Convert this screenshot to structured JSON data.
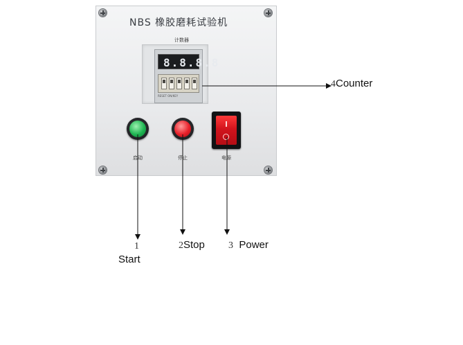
{
  "panel": {
    "title": "NBS 橡胶磨耗试验机",
    "counter_caption": "计数器",
    "counter_display": "8.8.8.8",
    "dip_caption": "RESET  ON/KEY"
  },
  "buttons": [
    {
      "id": "start",
      "panel_label": "启动",
      "color": "#1fb552"
    },
    {
      "id": "stop",
      "panel_label": "停止",
      "color": "#e8202a"
    },
    {
      "id": "power",
      "panel_label": "电源",
      "color": "#d2141d"
    }
  ],
  "annotations": {
    "start": {
      "number": "1",
      "label": "Start"
    },
    "stop": {
      "number": "2",
      "label": "Stop"
    },
    "power": {
      "number": "3",
      "label": "Power"
    },
    "counter": {
      "number": "4",
      "label": "Counter"
    }
  }
}
